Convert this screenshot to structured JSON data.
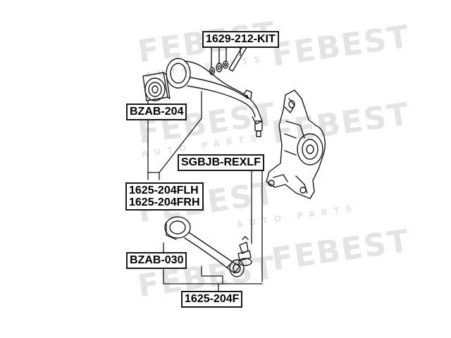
{
  "watermark": {
    "brand": "FEBEST",
    "tagline": "AUTO PARTS"
  },
  "labels": {
    "kit": "1629-212-KIT",
    "bush_upper": "BZAB-204",
    "ball_joint": "SGBJB-REXLF",
    "arm_left": "1625-204FLH",
    "arm_right": "1625-204FRH",
    "bush_lower": "BZAB-030",
    "arm_lower": "1625-204F"
  },
  "colors": {
    "line": "#1a1a1a",
    "watermark": "#e4e4e4",
    "background": "#ffffff"
  }
}
